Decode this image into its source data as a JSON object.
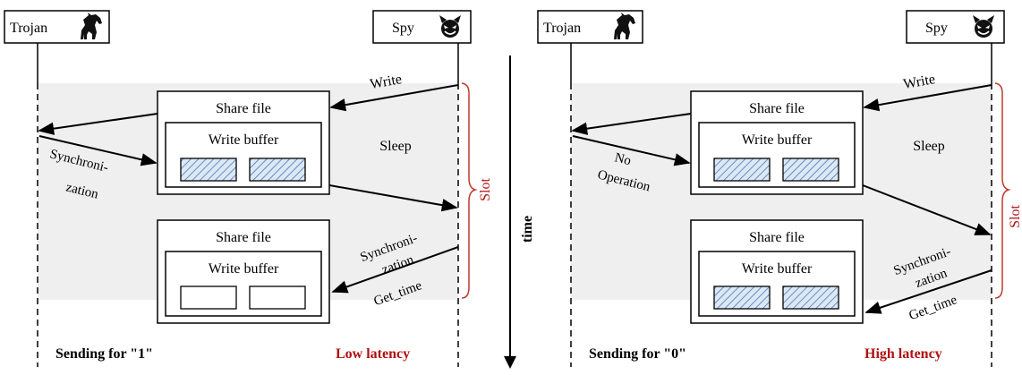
{
  "time_label": "time",
  "colors": {
    "shade": "#efefef",
    "hatch": "#4a76b8",
    "hatch_bg": "#dde8f5",
    "slot": "#c0392b",
    "status": "#b01010"
  },
  "panels": [
    {
      "trojan_label": "Trojan",
      "spy_label": "Spy",
      "trojan_icon": "horse-icon",
      "spy_icon": "devil-face-icon",
      "top_box": {
        "title": "Share file",
        "buffer_title": "Write buffer",
        "filled": true
      },
      "bottom_box": {
        "title": "Share file",
        "buffer_title": "Write buffer",
        "filled": false
      },
      "write_label": "Write",
      "sleep_label": "Sleep",
      "slot_label": "Slot",
      "trojan_action": [
        "Synchroni-",
        "zation"
      ],
      "spy_sync": [
        "Synchroni-",
        "zation"
      ],
      "get_time": "Get_time",
      "sending_label": "Sending for \"1\"",
      "latency_label": "Low latency"
    },
    {
      "trojan_label": "Trojan",
      "spy_label": "Spy",
      "trojan_icon": "horse-icon",
      "spy_icon": "devil-face-icon",
      "top_box": {
        "title": "Share file",
        "buffer_title": "Write buffer",
        "filled": true
      },
      "bottom_box": {
        "title": "Share file",
        "buffer_title": "Write buffer",
        "filled": true
      },
      "write_label": "Write",
      "sleep_label": "Sleep",
      "slot_label": "Slot",
      "trojan_action": [
        "No",
        "Operation"
      ],
      "spy_sync": [
        "Synchroni-",
        "zation"
      ],
      "get_time": "Get_time",
      "sending_label": "Sending for \"0\"",
      "latency_label": "High latency"
    }
  ]
}
